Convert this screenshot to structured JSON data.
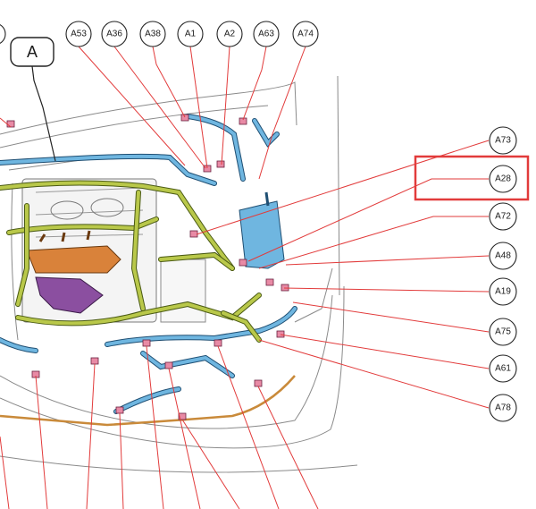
{
  "diagram": {
    "callout": "A",
    "top_labels": [
      "A53",
      "A36",
      "A38",
      "A1",
      "A2",
      "A63",
      "A74"
    ],
    "right_labels": [
      "A73",
      "A28",
      "A72",
      "A48",
      "A19",
      "A75",
      "A61",
      "A78"
    ],
    "highlighted": "A28",
    "colors": {
      "leader": "#e23b3b",
      "highlight": "#e23b3b",
      "harness_yellow": "#b9c84a",
      "harness_blue": "#6fb6e0",
      "ground_orange": "#d9823a",
      "part_purple": "#8b4fa0",
      "reservoir_blue": "#6fb6e0",
      "connector": "#e88aa5"
    }
  }
}
